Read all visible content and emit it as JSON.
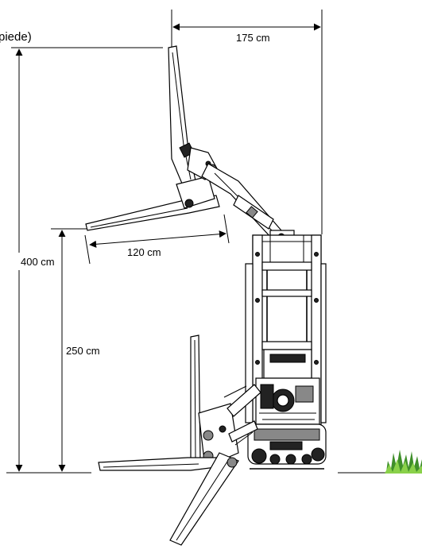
{
  "labels": {
    "top_note": "piede)",
    "width_top": "175 cm",
    "fork_length": "120 cm",
    "height_max": "400 cm",
    "height_platform": "250 cm"
  },
  "colors": {
    "grass_dark": "#3f8f2a",
    "grass_light": "#8ad14a"
  }
}
